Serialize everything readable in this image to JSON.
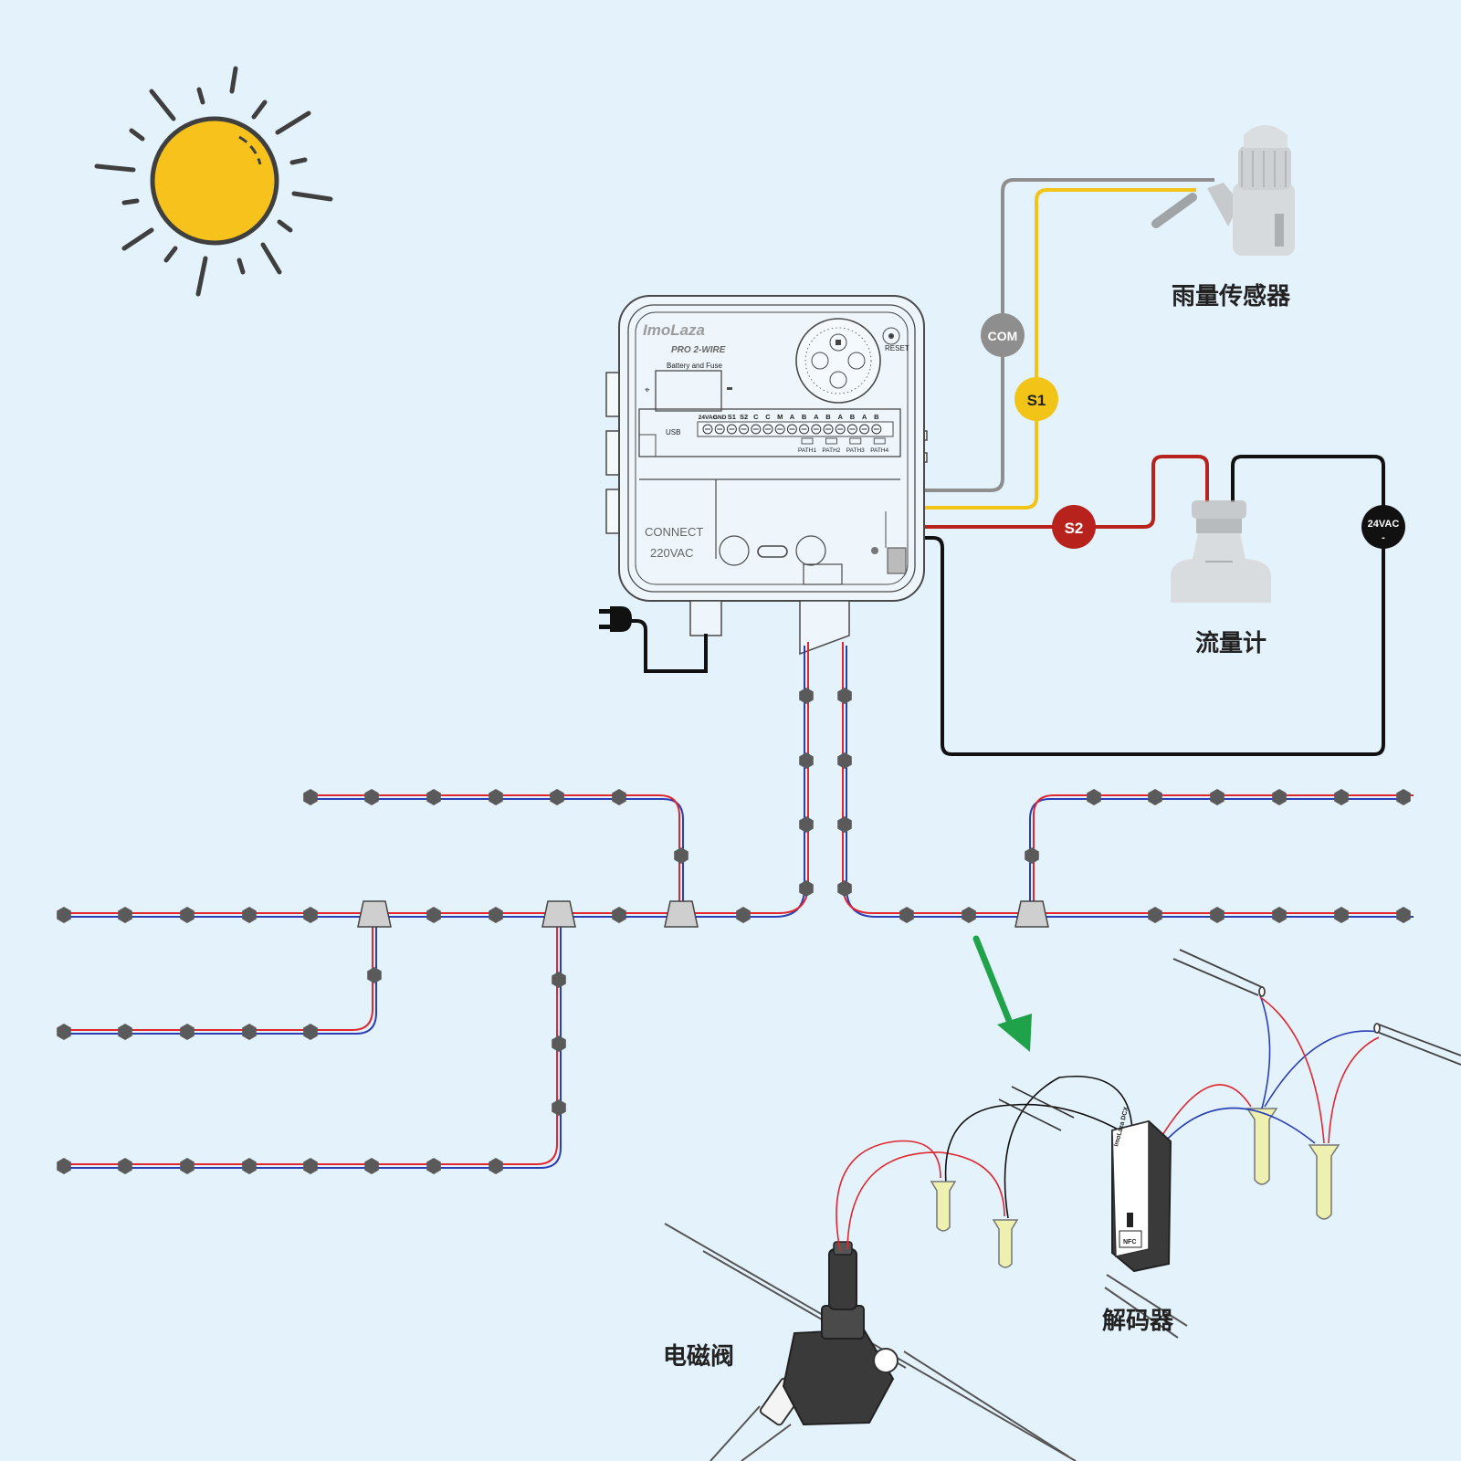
{
  "controller": {
    "brand": "ImoLaza",
    "model_line": "PRO 2-WIRE",
    "battery_label": "Battery and Fuse",
    "usb_label": "USB",
    "reset_label": "RESET",
    "connect_label": "CONNECT",
    "voltage_label": "220VAC",
    "terminals": [
      "24VAC",
      "GND",
      "S1",
      "S2",
      "C",
      "C",
      "M",
      "A",
      "B",
      "A",
      "B",
      "A",
      "B",
      "A",
      "B"
    ],
    "paths": [
      "PATH1",
      "PATH2",
      "PATH3",
      "PATH4"
    ]
  },
  "badges": {
    "com": "COM",
    "s1": "S1",
    "s2": "S2",
    "vac": "24VAC",
    "vac_sub": "-"
  },
  "labels": {
    "rain_sensor": "雨量传感器",
    "flow_meter": "流量计",
    "decoder": "解码器",
    "solenoid_valve": "电磁阀"
  },
  "decoder_device": {
    "brand": "ImoLaza DCX",
    "nfc": "NFC"
  },
  "colors": {
    "background": "#e4f2fc",
    "wire_red": "#e0262f",
    "wire_blue": "#2a3fb5",
    "wire_grey": "#8e8e8e",
    "wire_yellow": "#f2c417",
    "wire_darkred": "#b8221c",
    "wire_black": "#111111",
    "sun": "#f7c21b",
    "arrow": "#1fa24a"
  }
}
